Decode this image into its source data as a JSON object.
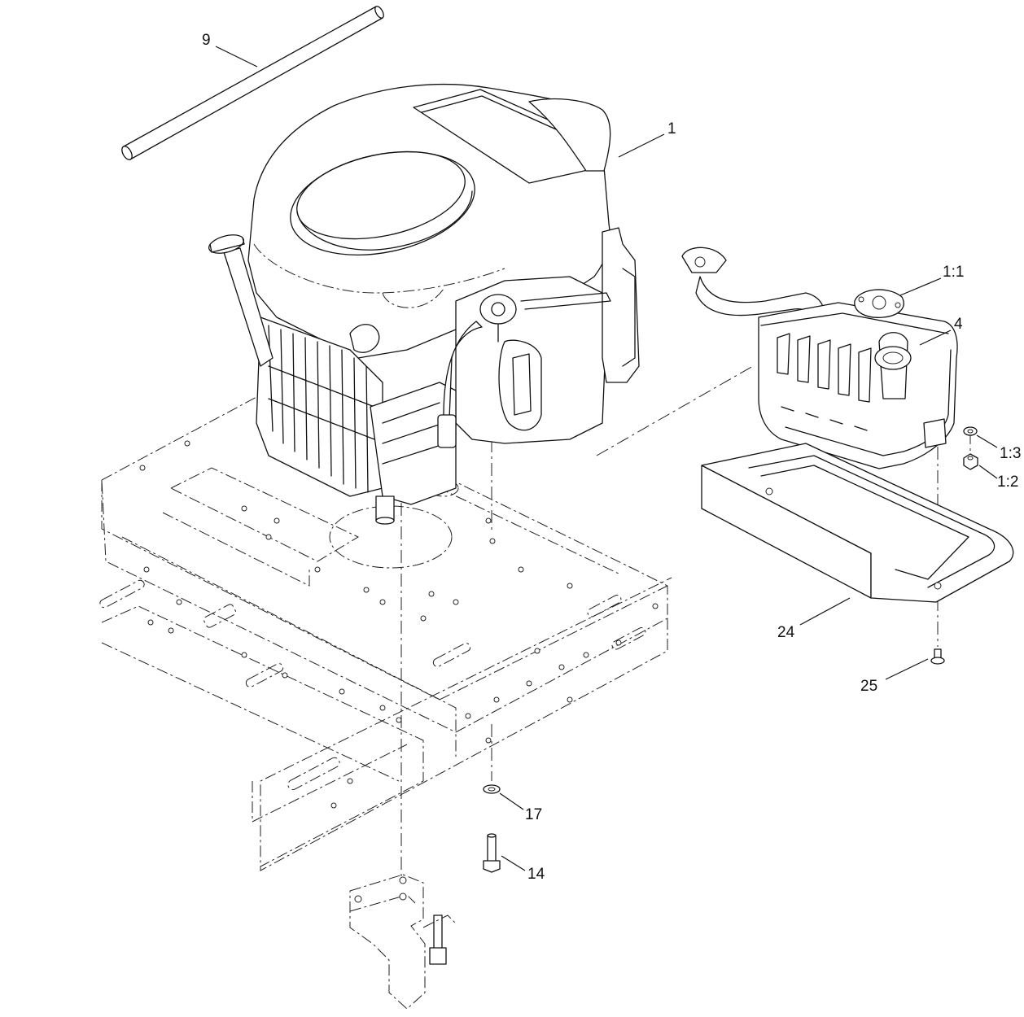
{
  "callouts": [
    {
      "id": "fuel-line",
      "label": "9"
    },
    {
      "id": "engine",
      "label": "1"
    },
    {
      "id": "exhaust-gasket",
      "label": "1:1"
    },
    {
      "id": "muffler",
      "label": "4"
    },
    {
      "id": "washer-small",
      "label": "1:3"
    },
    {
      "id": "nut",
      "label": "1:2"
    },
    {
      "id": "heat-shield",
      "label": "24"
    },
    {
      "id": "shield-bolt",
      "label": "25"
    },
    {
      "id": "engine-washer",
      "label": "17"
    },
    {
      "id": "engine-bolt",
      "label": "14"
    }
  ]
}
